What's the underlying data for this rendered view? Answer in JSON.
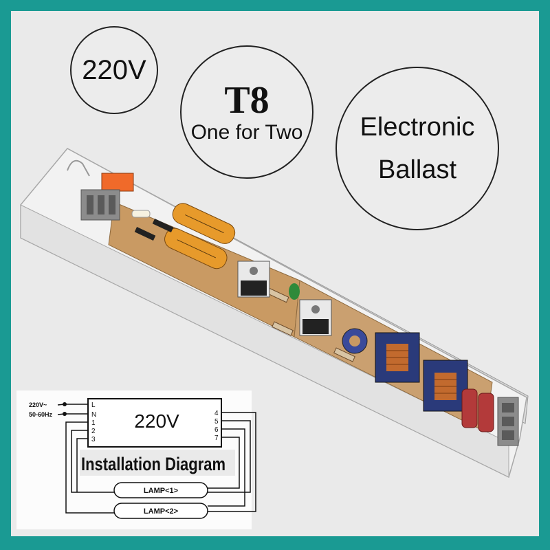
{
  "badges": {
    "voltage": "220V",
    "tube_type": "T8",
    "lamp_config": "One for Two",
    "device_line1": "Electronic",
    "device_line2": "Ballast"
  },
  "diagram": {
    "input_label_line1": "220V~",
    "input_label_line2": "50-60Hz",
    "terminals_left": [
      "L",
      "N",
      "1",
      "2",
      "3"
    ],
    "terminals_right": [
      "4",
      "5",
      "6",
      "7"
    ],
    "box_voltage": "220V",
    "title": "Installation Diagram",
    "lamp1": "LAMP<1>",
    "lamp2": "LAMP<2>"
  },
  "colors": {
    "frame": "#1a9a93",
    "background": "#eaeaea",
    "housing": "#f2f2f2",
    "pcb": "#c99a63",
    "connector_orange": "#f06a2a",
    "connector_grey": "#8c8c8c",
    "capacitor": "#e79a2b",
    "coil": "#c26a2e",
    "transformer": "#2a3a7a",
    "film_cap": "#b33a3a"
  }
}
